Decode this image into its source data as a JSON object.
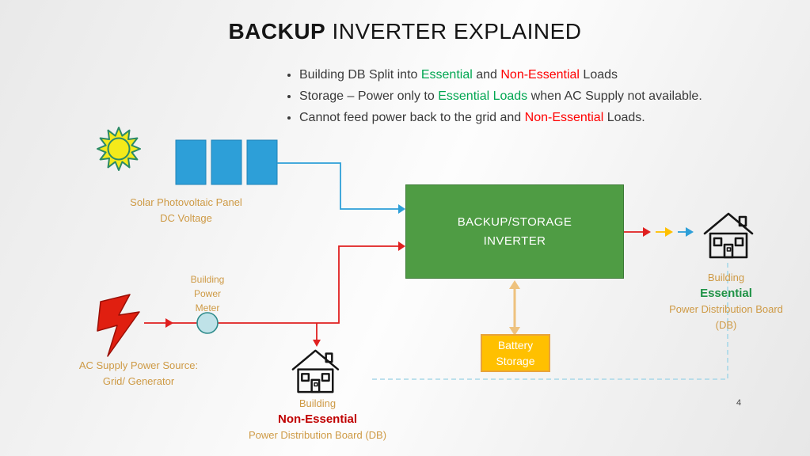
{
  "slide": {
    "title_bold": "BACKUP",
    "title_rest": " INVERTER EXPLAINED",
    "page_number": "4"
  },
  "bullets": [
    {
      "segments": [
        {
          "text": "Building DB Split into ",
          "color": "dark"
        },
        {
          "text": "Essential",
          "color": "green"
        },
        {
          "text": " and ",
          "color": "dark"
        },
        {
          "text": "Non-Essential",
          "color": "red"
        },
        {
          "text": " Loads",
          "color": "dark"
        }
      ]
    },
    {
      "segments": [
        {
          "text": "Storage – Power only to ",
          "color": "dark"
        },
        {
          "text": "Essential Loads",
          "color": "green"
        },
        {
          "text": " when AC Supply not available.",
          "color": "dark"
        }
      ]
    },
    {
      "segments": [
        {
          "text": "Cannot feed power back to the grid and ",
          "color": "dark"
        },
        {
          "text": "Non-Essential",
          "color": "red"
        },
        {
          "text": " Loads.",
          "color": "dark"
        }
      ]
    }
  ],
  "diagram": {
    "solar_label": {
      "line1": "Solar Photovoltaic Panel",
      "line2": "DC Voltage"
    },
    "meter_label": {
      "line1": "Building",
      "line2": "Power",
      "line3": "Meter"
    },
    "ac_label": {
      "line1": "AC Supply Power Source:",
      "line2": "Grid/ Generator"
    },
    "inverter_box": {
      "line1": "BACKUP/STORAGE",
      "line2": "INVERTER"
    },
    "battery_box": {
      "line1": "Battery",
      "line2": "Storage"
    },
    "non_essential_label": {
      "line1": "Building",
      "line2": "Non-Essential",
      "line3": "Power Distribution Board (DB)"
    },
    "essential_label": {
      "line1": "Building",
      "line2": "Essential",
      "line3": "Power Distribution Board",
      "line4": "(DB)"
    }
  },
  "icons": {
    "sun": "sun-icon",
    "solar_panels": "solar-panel-icons",
    "lightning": "lightning-bolt-icon",
    "meter": "power-meter-icon",
    "house_non_essential": "house-icon",
    "house_essential": "house-icon",
    "battery_double_arrow": "double-arrow-icon"
  },
  "colors": {
    "label_orange": "#CE9A45",
    "essential_green": "#00A651",
    "non_essential_red": "#FF0000",
    "dark_red_label": "#C00000",
    "inverter_green": "#4F9C44",
    "battery_yellow": "#FFC000",
    "wire_blue": "#2D9FD8",
    "wire_red": "#E02020",
    "dashed_cyan": "#A7D7E8",
    "battery_arrow_tan": "#EEC27E"
  }
}
